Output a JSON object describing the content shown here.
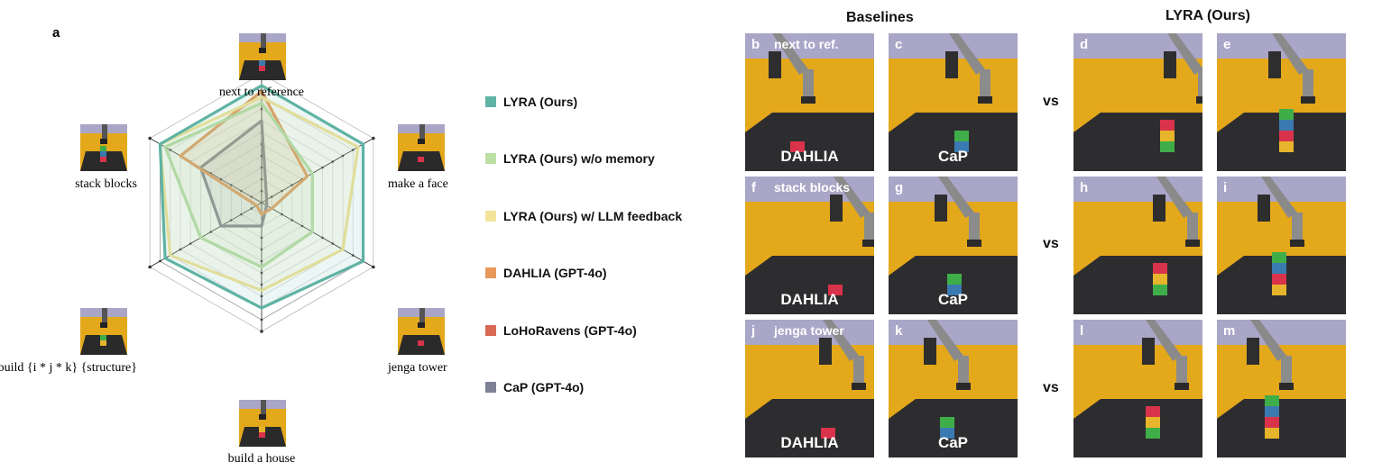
{
  "figure": {
    "panel_a_letter": "a",
    "headers": {
      "baselines": "Baselines",
      "ours": "LYRA (Ours)"
    },
    "vs_label": "vs"
  },
  "chart_data": {
    "type": "radar",
    "axes": [
      "next to reference",
      "make a face",
      "jenga tower",
      "build a house",
      "build {i * j * k} {structure}",
      "stack blocks"
    ],
    "range": [
      0,
      1
    ],
    "gridlines": 10,
    "series": [
      {
        "name": "LYRA (Ours)",
        "color": "#5fb3a4",
        "values": [
          1.0,
          1.0,
          1.0,
          0.9,
          0.95,
          1.0
        ]
      },
      {
        "name": "LYRA (Ours) w/o memory",
        "color": "#bcdfa6",
        "values": [
          0.85,
          0.5,
          0.5,
          0.55,
          0.6,
          0.95
        ]
      },
      {
        "name": "LYRA (Ours) w/ LLM feedback",
        "color": "#f2e49a",
        "values": [
          0.9,
          0.95,
          0.8,
          0.75,
          0.9,
          1.0
        ]
      },
      {
        "name": "DAHLIA (GPT-4o)",
        "color": "#e8985a",
        "values": [
          0.95,
          0.45,
          0.1,
          0.1,
          0.05,
          0.8
        ]
      },
      {
        "name": "LoHoRavens (GPT-4o)",
        "color": "#d86a55",
        "values": [
          0.0,
          0.0,
          0.0,
          0.0,
          0.0,
          0.0
        ]
      },
      {
        "name": "CaP (GPT-4o)",
        "color": "#7f8294",
        "values": [
          0.7,
          0.05,
          0.05,
          0.2,
          0.4,
          0.6
        ]
      }
    ]
  },
  "thumbnails": [
    {
      "name": "thumb-next-to-reference"
    },
    {
      "name": "thumb-make-a-face"
    },
    {
      "name": "thumb-jenga-tower"
    },
    {
      "name": "thumb-build-a-house"
    },
    {
      "name": "thumb-build-structure"
    },
    {
      "name": "thumb-stack-blocks"
    }
  ],
  "tiles": [
    {
      "letter": "b",
      "task": "next to ref.",
      "method": "DAHLIA"
    },
    {
      "letter": "c",
      "task": "",
      "method": "CaP"
    },
    {
      "letter": "d",
      "task": "",
      "method": ""
    },
    {
      "letter": "e",
      "task": "",
      "method": ""
    },
    {
      "letter": "f",
      "task": "stack blocks",
      "method": "DAHLIA"
    },
    {
      "letter": "g",
      "task": "",
      "method": "CaP"
    },
    {
      "letter": "h",
      "task": "",
      "method": ""
    },
    {
      "letter": "i",
      "task": "",
      "method": ""
    },
    {
      "letter": "j",
      "task": "jenga tower",
      "method": "DAHLIA"
    },
    {
      "letter": "k",
      "task": "",
      "method": "CaP"
    },
    {
      "letter": "l",
      "task": "",
      "method": ""
    },
    {
      "letter": "m",
      "task": "",
      "method": ""
    }
  ]
}
